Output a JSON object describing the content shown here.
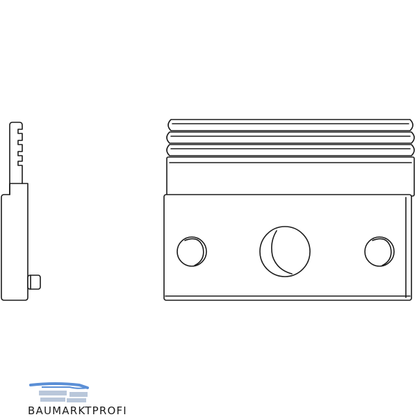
{
  "drawing": {
    "views": [
      "side-view",
      "front-view"
    ],
    "line_color": "#1a1a1a",
    "fill_color": "#ffffff"
  },
  "logo": {
    "text": "BAUMARKTPROFI",
    "accent_color": "#5b8fd6",
    "mark_color": "#b9c7da"
  }
}
